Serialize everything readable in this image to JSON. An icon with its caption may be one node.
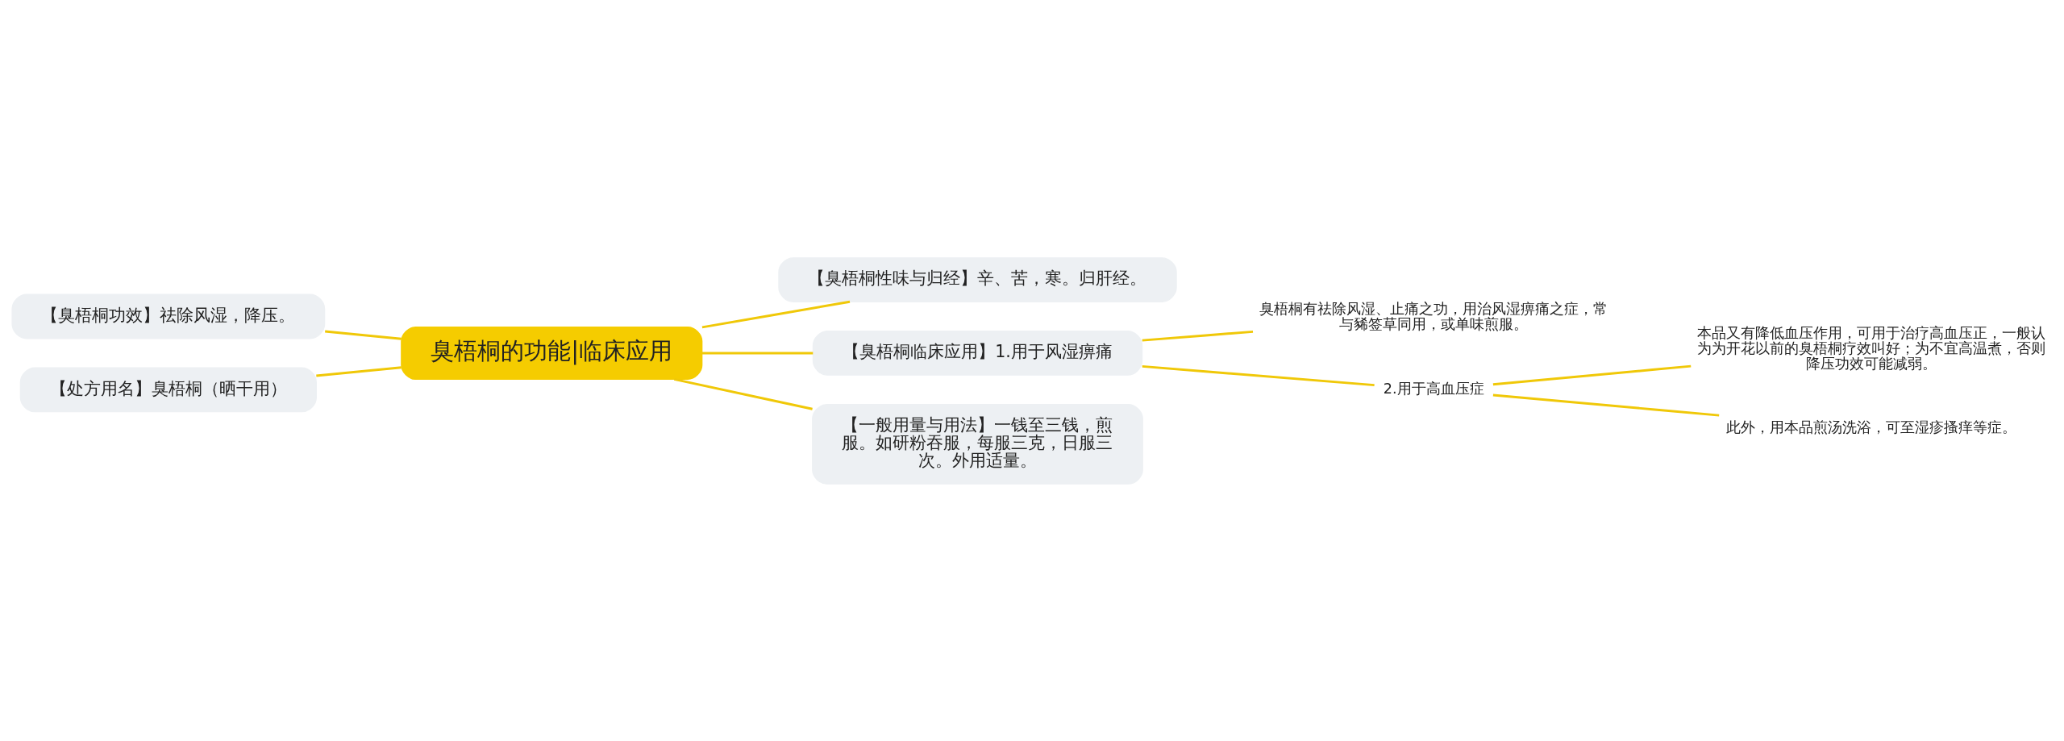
{
  "diagram": {
    "nodes": [
      {
        "text": [
          "臭梧桐的功能|临床应用"
        ]
      },
      {
        "text": [
          "【臭梧桐功效】祛除风湿，降压。"
        ]
      },
      {
        "text": [
          "【处方用名】臭梧桐（晒干用）"
        ]
      },
      {
        "text": [
          "【臭梧桐性味与归经】辛、苦，寒。归肝经。"
        ]
      },
      {
        "text": [
          "【臭梧桐临床应用】1.用于风湿痹痛"
        ]
      },
      {
        "text": [
          "臭梧桐有祛除风湿、止痛之功，用治风湿痹痛之症，常与豨签草同用，或单味煎服。"
        ]
      },
      {
        "text": [
          "2.用于高血压症"
        ]
      },
      {
        "text": [
          "本品又有降低血压作用，可用于治疗高血压正，一般认为为开花以前的臭梧桐疗效叫好；为不宜高温煮，否则降压功效可能减弱。"
        ]
      },
      {
        "text": [
          "此外，用本品煎汤洗浴，可至湿疹搔痒等症。"
        ]
      },
      {
        "text": [
          "【一般用量与用法】一钱至三钱，煎服。如研粉吞服，每服三克，日服三次。外用适量。"
        ]
      }
    ],
    "edges": [
      {
        "from": 0,
        "to": 1,
        "arrow": "none"
      },
      {
        "from": 0,
        "to": 2,
        "arrow": "none"
      },
      {
        "from": 0,
        "to": 3,
        "arrow": "none"
      },
      {
        "from": 0,
        "to": 4,
        "arrow": "none"
      },
      {
        "from": 4,
        "to": 5,
        "arrow": "none"
      },
      {
        "from": 4,
        "to": 6,
        "arrow": "none"
      },
      {
        "from": 6,
        "to": 7,
        "arrow": "none"
      },
      {
        "from": 6,
        "to": 8,
        "arrow": "none"
      },
      {
        "from": 0,
        "to": 9,
        "arrow": "none"
      }
    ]
  }
}
